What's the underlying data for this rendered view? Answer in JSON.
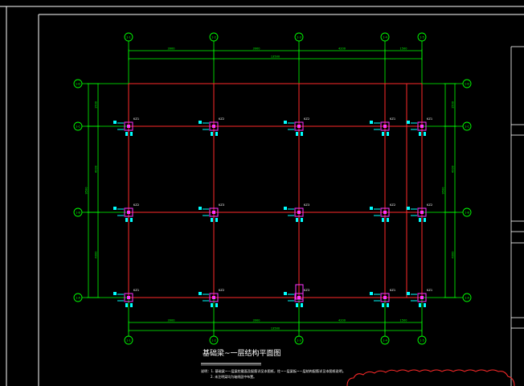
{
  "drawing": {
    "title": "基础梁~一层结构平面图",
    "notes": [
      "说明：1. 基础梁~一层梁柱截面及配筋详见本图纸，柱~一层梁板~一层结构配筋详见本图纸说明。",
      "2. 未注明梁均为轴线居中布置。"
    ],
    "colors": {
      "background": "#000000",
      "grid_axis": "#00ff00",
      "beam": "#ff2a2a",
      "column": "#ff33ff",
      "rebar_tag": "#00ffff",
      "frame": "#ffffff",
      "revision_cloud": "#ff2a2a",
      "title_text": "#ffffff"
    },
    "axes_top": [
      "1-1",
      "1-2",
      "1-3",
      "1-4",
      "1-5"
    ],
    "axes_left": [
      "1-D",
      "1-C",
      "1-B",
      "1-A"
    ],
    "dimensions_top": [
      "3900",
      "3900",
      "4200",
      "1500"
    ],
    "dimension_top_total": "13500",
    "dimensions_bottom": [
      "3900",
      "3900",
      "4200",
      "1500"
    ],
    "dimension_bottom_total": "13500",
    "dimensions_left": [
      "1500",
      "4000",
      "4000"
    ],
    "dimension_left_total": "9500",
    "column_labels": [
      [
        "KZ1",
        "KZ2",
        "KZ2",
        "KZ1",
        "KZ1"
      ],
      [
        "KZ2",
        "KZ3",
        "KZ3",
        "KZ2",
        "KZ2"
      ],
      [
        "KZ1",
        "KZ2",
        "KZ3",
        "KZ1",
        "KZ1"
      ]
    ]
  }
}
